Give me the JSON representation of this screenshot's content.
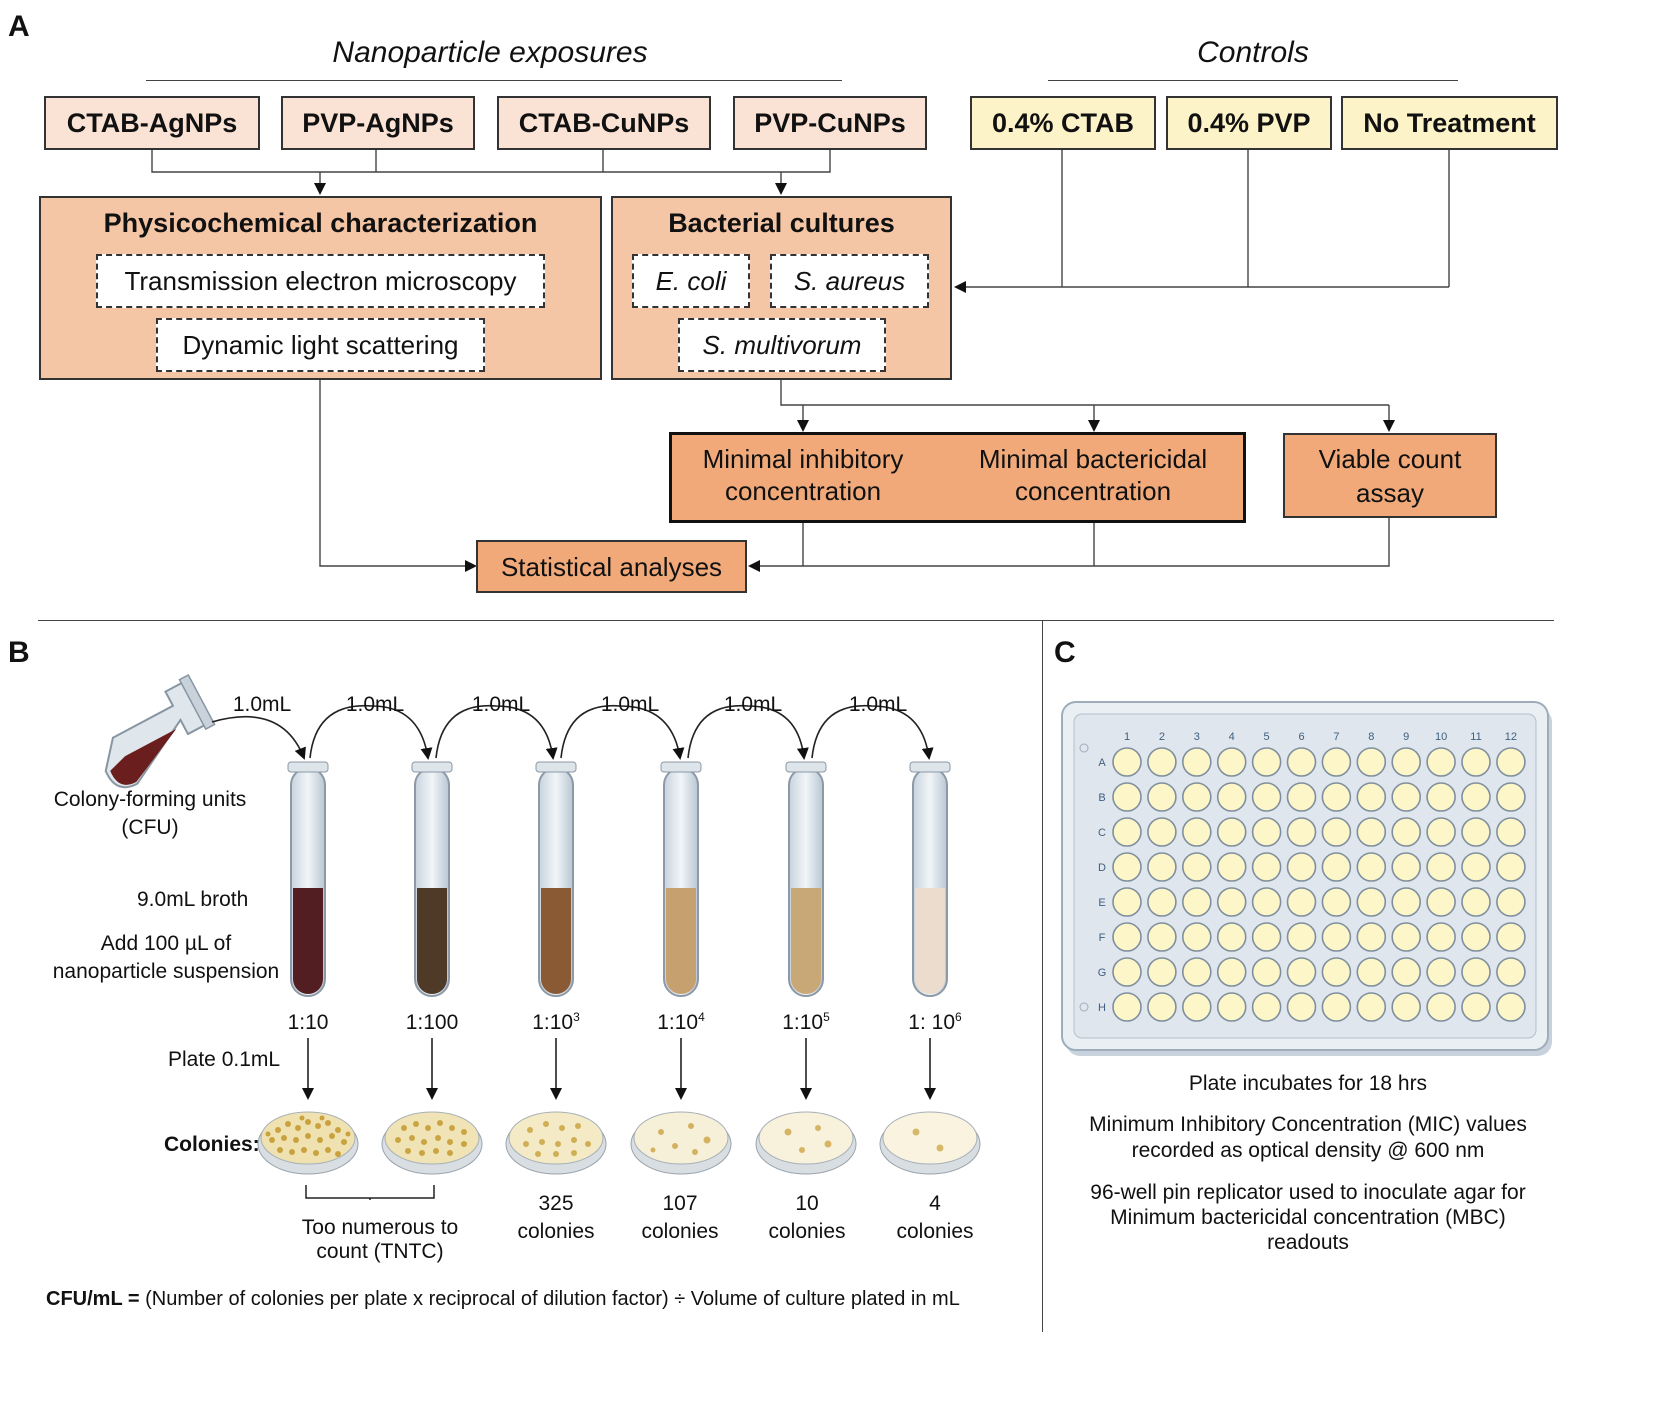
{
  "panel_a": {
    "letter": "A",
    "exposures_title": "Nanoparticle exposures",
    "controls_title": "Controls",
    "exposures": [
      "CTAB-AgNPs",
      "PVP-AgNPs",
      "CTAB-CuNPs",
      "PVP-CuNPs"
    ],
    "controls": [
      "0.4% CTAB",
      "0.4% PVP",
      "No Treatment"
    ],
    "physchem": {
      "title": "Physicochemical characterization",
      "methods": [
        "Transmission electron microscopy",
        "Dynamic light scattering"
      ]
    },
    "cultures": {
      "title": "Bacterial cultures",
      "species": [
        "E. coli",
        "S. aureus",
        "S. multivorum"
      ]
    },
    "mic": "Minimal inhibitory concentration",
    "mbc": "Minimal bactericidal concentration",
    "viable": "Viable count assay",
    "stats": "Statistical analyses"
  },
  "panel_b": {
    "letter": "B",
    "transfer_label": "1.0mL",
    "flask_label": "Colony-forming units (CFU)",
    "broth_label": "9.0mL broth",
    "add_label": "Add 100 µL of nanoparticle suspension",
    "plate_label": "Plate 0.1mL",
    "colonies_label": "Colonies:",
    "dilutions": [
      {
        "base": "1:10",
        "exp": ""
      },
      {
        "base": "1:100",
        "exp": ""
      },
      {
        "base": "1:10",
        "exp": "3"
      },
      {
        "base": "1:10",
        "exp": "4"
      },
      {
        "base": "1:10",
        "exp": "5"
      },
      {
        "base": "1: 10",
        "exp": "6"
      }
    ],
    "tntc_label": "Too numerous to count (TNTC)",
    "colony_counts": [
      "325",
      "107",
      "10",
      "4"
    ],
    "colonies_word": "colonies",
    "formula_lhs": "CFU/mL =",
    "formula_rhs": "(Number of colonies per plate x reciprocal of dilution factor) ÷ Volume of culture plated in mL",
    "tube_colors": [
      "#521e22",
      "#4e3a26",
      "#8a5a34",
      "#c7a070",
      "#c9a878",
      "#ecdccd"
    ]
  },
  "panel_c": {
    "letter": "C",
    "columns": [
      "1",
      "2",
      "3",
      "4",
      "5",
      "6",
      "7",
      "8",
      "9",
      "10",
      "11",
      "12"
    ],
    "rows": [
      "A",
      "B",
      "C",
      "D",
      "E",
      "F",
      "G",
      "H"
    ],
    "incubation": "Plate incubates for 18 hrs",
    "mic_note": "Minimum Inhibitory Concentration (MIC) values recorded as optical density @ 600 nm",
    "mbc_note": "96-well pin replicator used to inoculate agar for Minimum bactericidal concentration (MBC) readouts"
  },
  "colors": {
    "exposure_fill": "#fae3d5",
    "control_fill": "#fdf3c9",
    "section_fill": "#f5c6a6",
    "assay_fill": "#f1a97a",
    "well_fill": "#fdf6c8",
    "plate_fill": "#e9eef3"
  }
}
